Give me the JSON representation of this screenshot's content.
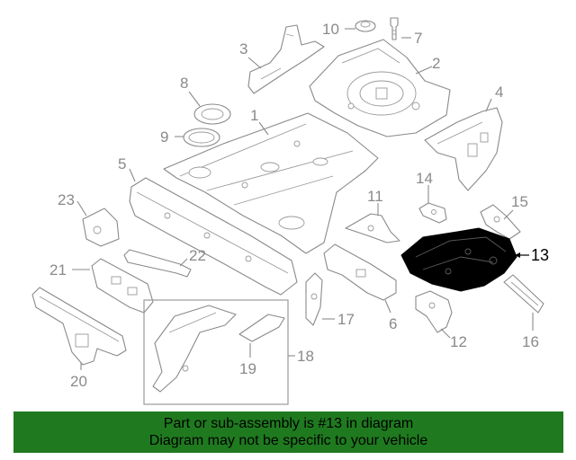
{
  "callouts": {
    "c1": "1",
    "c2": "2",
    "c3": "3",
    "c4": "4",
    "c5": "5",
    "c6": "6",
    "c7": "7",
    "c8": "8",
    "c9": "9",
    "c10": "10",
    "c11": "11",
    "c12": "12",
    "c13": "13",
    "c14": "14",
    "c15": "15",
    "c16": "16",
    "c17": "17",
    "c18": "18",
    "c19": "19",
    "c20": "20",
    "c21": "21",
    "c22": "22",
    "c23": "23"
  },
  "highlighted_part": "13",
  "colors": {
    "banner_bg": "#1f7a1f",
    "line_art": "#8a8a8a",
    "highlight": "#000000"
  },
  "banner": {
    "line1": "Part or sub-assembly is #13 in diagram",
    "line2": "Diagram may not be specific to your vehicle"
  }
}
